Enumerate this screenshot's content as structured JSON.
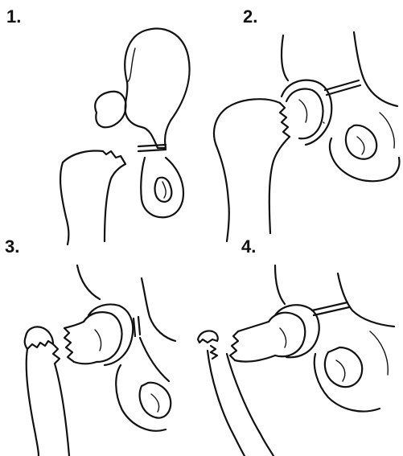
{
  "panels": [
    {
      "label": "1."
    },
    {
      "label": "2."
    },
    {
      "label": "3."
    },
    {
      "label": "4."
    }
  ],
  "line_color": "#111111",
  "background_color": "#ffffff"
}
